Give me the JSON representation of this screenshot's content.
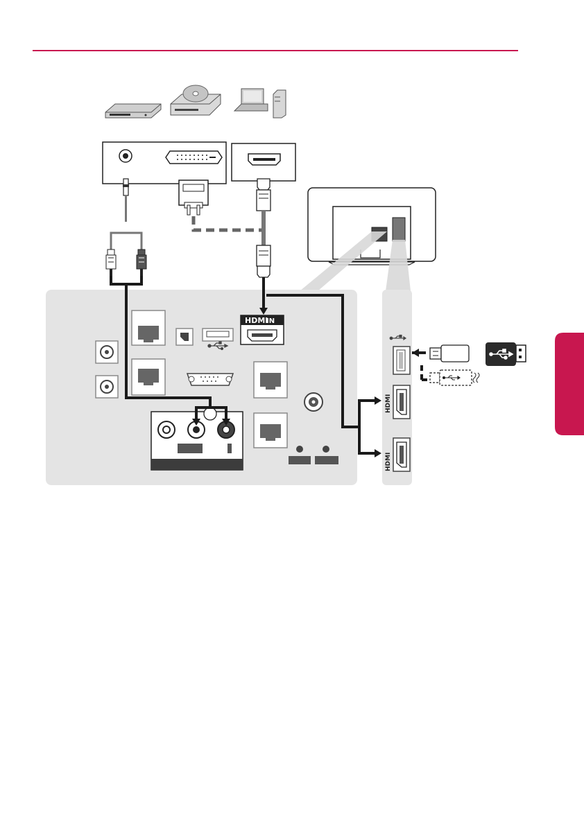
{
  "header": {
    "rule_color": "#c8174f"
  },
  "side_tab": {
    "color": "#c8174f"
  },
  "devices": [
    {
      "name": "dvd-player-icon"
    },
    {
      "name": "blu-ray-player-icon"
    },
    {
      "name": "laptop-icon"
    },
    {
      "name": "desktop-tower-icon"
    }
  ],
  "ports": {
    "hdmi_in_label_hdmi": "HDMI",
    "hdmi_in_label_in": "IN",
    "side_hdmi_label": "HDMI"
  },
  "colors": {
    "panel": "#e4e4e4",
    "cable": "#1a1a1a",
    "port_frame": "#8a8a8a",
    "dashed": "#666666"
  }
}
